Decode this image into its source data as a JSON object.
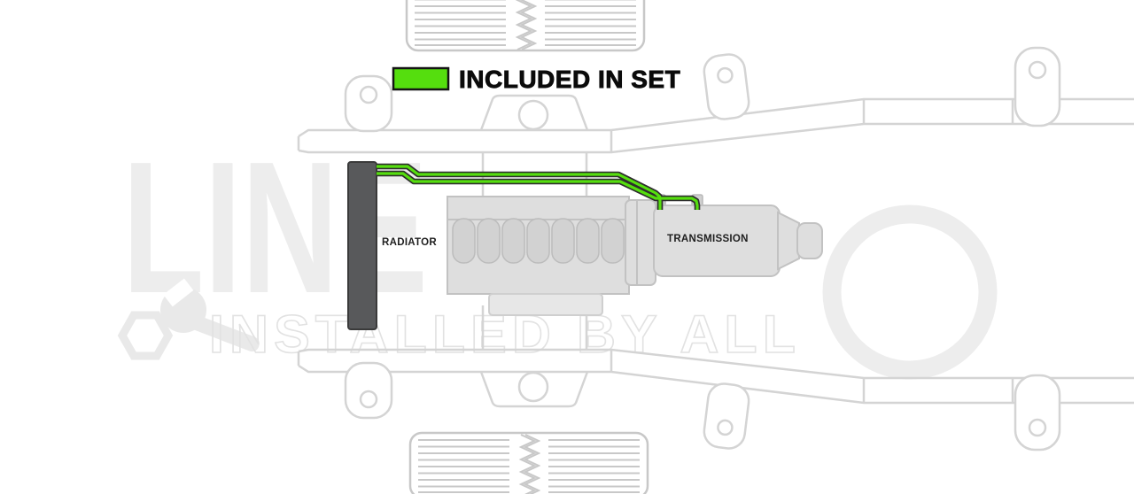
{
  "legend": {
    "label": "INCLUDED IN SET"
  },
  "parts": {
    "radiator_label": "RADIATOR",
    "transmission_label": "TRANSMISSION"
  },
  "watermark": {
    "brand": "LINE",
    "tagline": "INSTALLED BY ALL"
  },
  "colors": {
    "highlight_green": "#55DE0E",
    "line_outline": "#2D2D2D",
    "radiator_fill": "#58595B",
    "chassis_gray": "#D4D4D4",
    "part_fill": "#DEDEDE",
    "watermark_gray": "#EDEDED",
    "label_black": "#1F1F1F"
  }
}
